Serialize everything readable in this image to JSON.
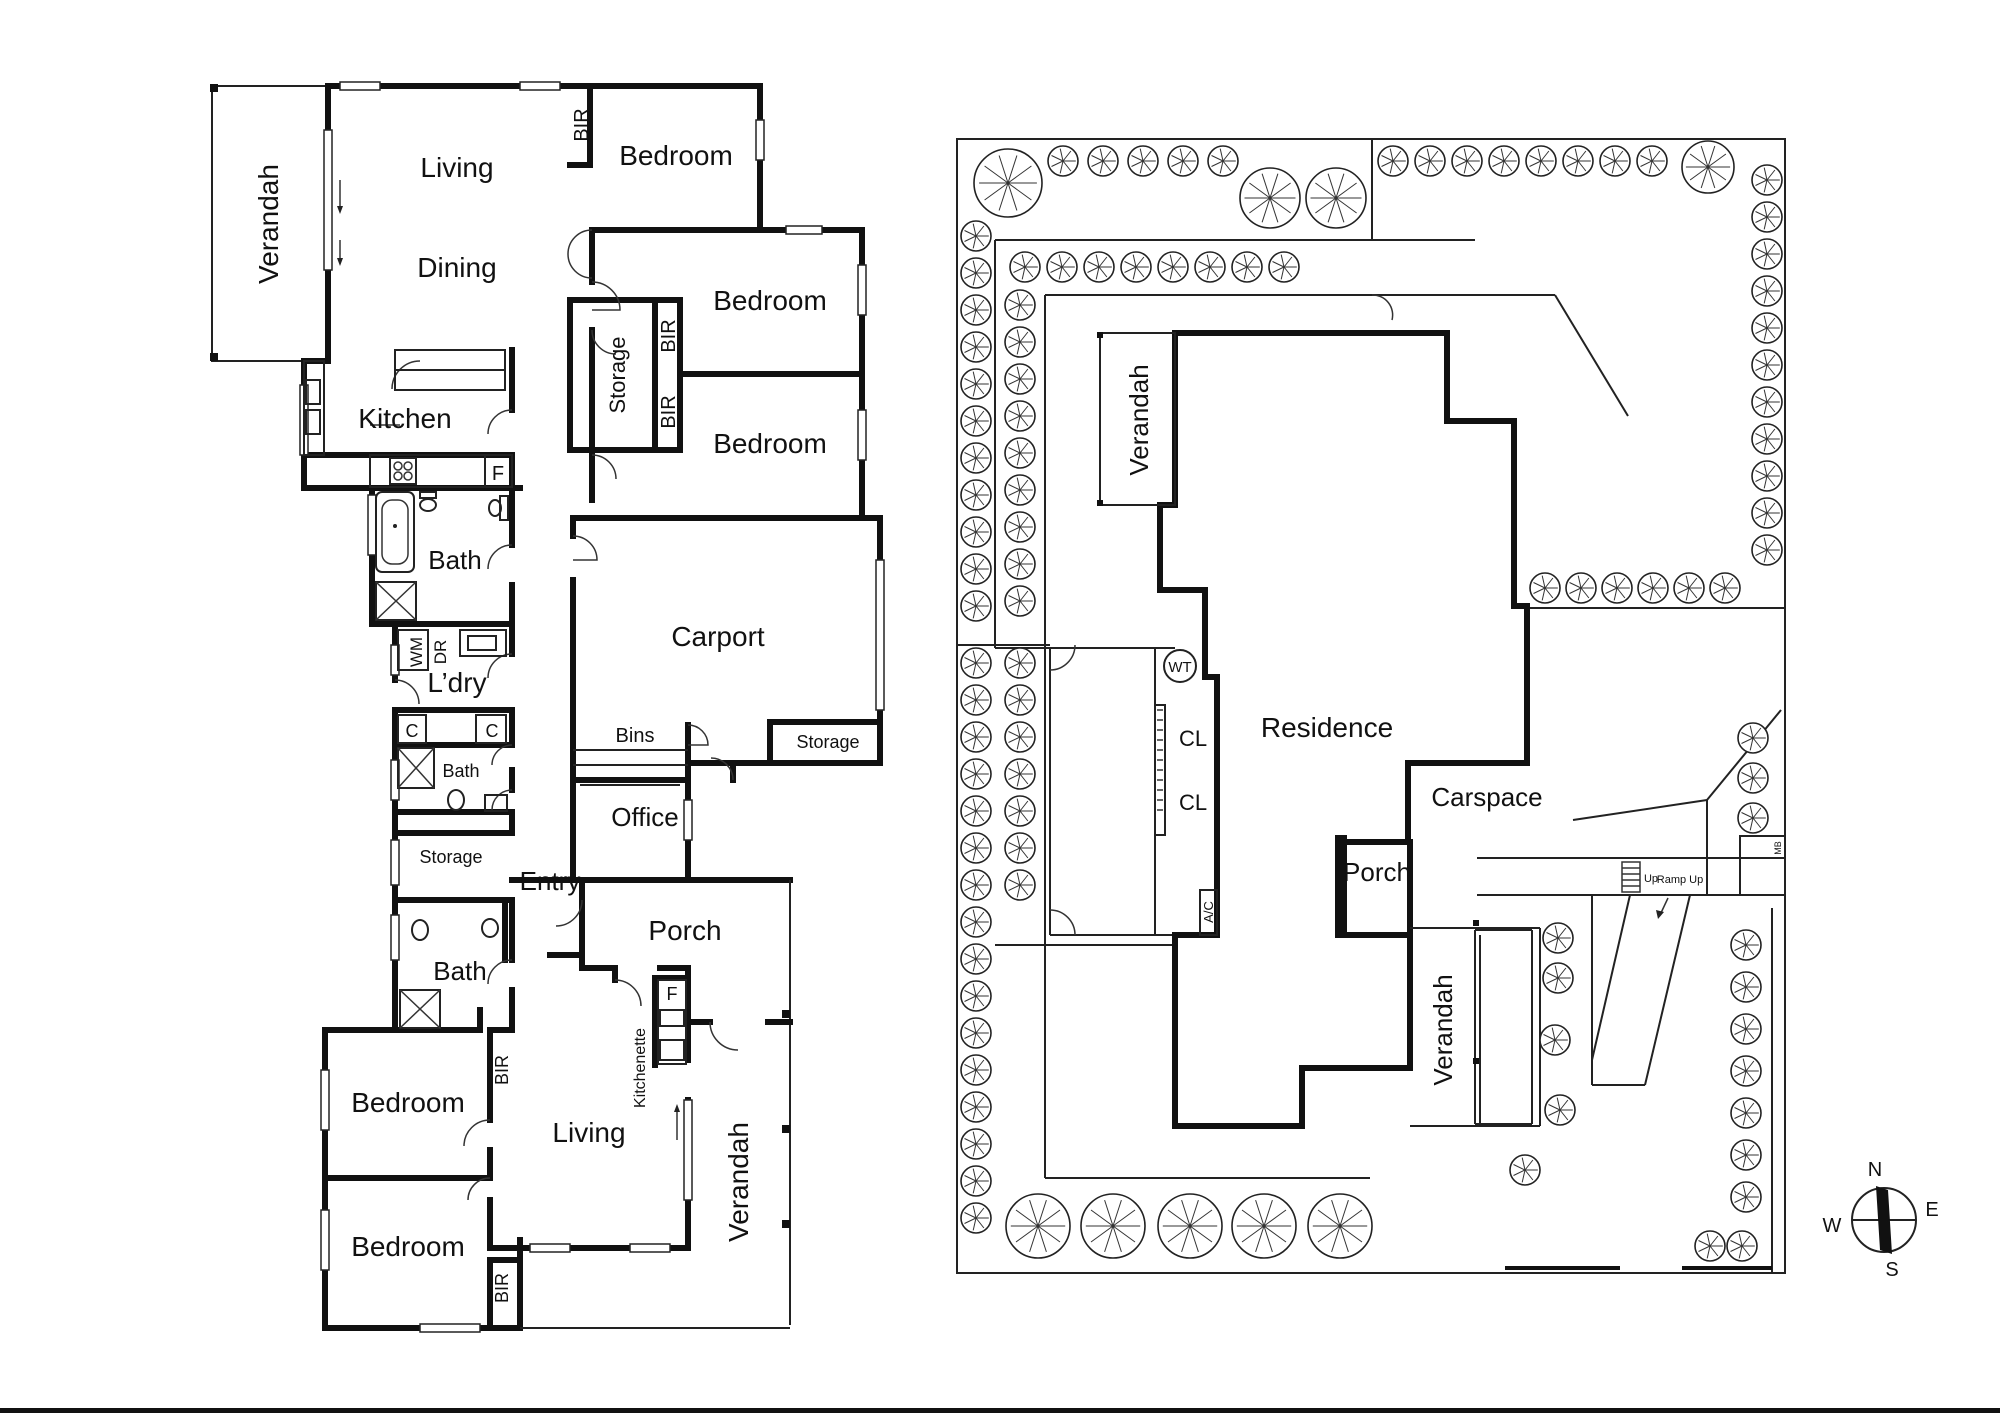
{
  "floor_plan": {
    "rooms": {
      "verandah_nw": "Verandah",
      "living_main": "Living",
      "dining": "Dining",
      "bir_top": "BIR",
      "bedroom_1": "Bedroom",
      "bedroom_2": "Bedroom",
      "bedroom_3": "Bedroom",
      "bir_2": "BIR",
      "bir_3": "BIR",
      "storage_hall": "Storage",
      "kitchen": "Kitchen",
      "fridge_1": "F",
      "bath_1": "Bath",
      "wm": "WM",
      "dr": "DR",
      "laundry": "L’dry",
      "cupboard_1": "C",
      "cupboard_2": "C",
      "bath_2": "Bath",
      "storage_2": "Storage",
      "entry": "Entry",
      "carport": "Carport",
      "bins": "Bins",
      "storage_carport": "Storage",
      "office": "Office",
      "porch": "Porch",
      "bath_3": "Bath",
      "fridge_2": "F",
      "kitchenette": "Kitchenette",
      "bedroom_4": "Bedroom",
      "bir_4": "BIR",
      "living_2": "Living",
      "bedroom_5": "Bedroom",
      "bir_5": "BIR",
      "verandah_se": "Verandah"
    }
  },
  "site_plan": {
    "labels": {
      "verandah_top": "Verandah",
      "residence": "Residence",
      "wt": "WT",
      "cl_1": "CL",
      "cl_2": "CL",
      "ac": "A/C",
      "carspace": "Carspace",
      "porch": "Porch",
      "verandah_bottom": "Verandah",
      "up": "Up",
      "ramp_up": "Ramp Up",
      "mb": "MB"
    }
  },
  "compass": {
    "n": "N",
    "e": "E",
    "s": "S",
    "w": "W"
  }
}
